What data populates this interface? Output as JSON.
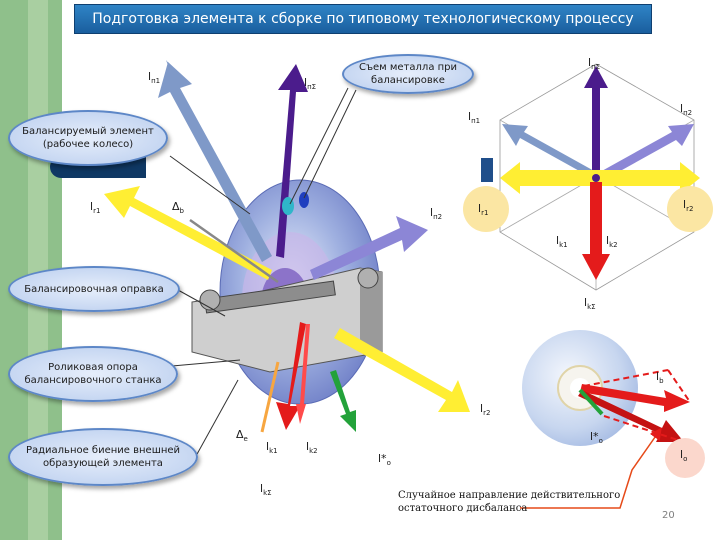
{
  "title": "Подготовка элемента к сборке по типовому технологическому процессу",
  "callouts": {
    "balanced_element": "Балансируемый элемент (рабочее колесо)",
    "mandrel": "Балансировочная оправка",
    "roller_support": "Роликовая опора балансировочного станка",
    "radial_runout": "Радиальное биение внешней образующей элемента",
    "metal_removal": "Съем металла при балансировке"
  },
  "labels": {
    "ln1_left": "l",
    "ln1_left_sub": "п1",
    "lnS_left": "l",
    "lnS_left_sub": "пΣ",
    "lr1_left": "l",
    "lr1_left_sub": "r1",
    "delta_b": "Δ",
    "delta_b_sub": "b",
    "ln2_left": "l",
    "ln2_left_sub": "п2",
    "delta_e": "Δ",
    "delta_e_sub": "e",
    "lk1_left": "l",
    "lk1_left_sub": "k1",
    "lk2_left": "l",
    "lk2_left_sub": "k2",
    "lkS_left": "l",
    "lkS_left_sub": "kΣ",
    "lo_star_left": "l*",
    "lo_star_left_sub": "o",
    "lr2_left": "l",
    "lr2_left_sub": "r2",
    "lnS_right": "l",
    "lnS_right_sub": "пΣ",
    "ln1_right": "l",
    "ln1_right_sub": "п1",
    "ln2_right": "l",
    "ln2_right_sub": "п2",
    "lr1_right": "l",
    "lr1_right_sub": "r1",
    "lr2_right": "l",
    "lr2_right_sub": "r2",
    "lk1_right": "l",
    "lk1_right_sub": "k1",
    "lk2_right": "l",
    "lk2_right_sub": "k2",
    "lkS_right": "l",
    "lkS_right_sub": "kΣ",
    "lb_right": "l",
    "lb_right_sub": "b",
    "lo_star_right": "l*",
    "lo_star_right_sub": "o",
    "lo_right": "l",
    "lo_right_sub": "o"
  },
  "note": "Случайное направление действительного остаточного дисбаланса",
  "page_number": "20",
  "colors": {
    "title_bar": "#1f6fb5",
    "indigo": "#4b1c8c",
    "slate_blue": "#7f99c8",
    "lavender": "#8c86d6",
    "yellow": "#ffee33",
    "red": "#e41b1b",
    "green": "#23a23a",
    "orange": "#f7a640",
    "left_strip": "#8fc08b"
  }
}
